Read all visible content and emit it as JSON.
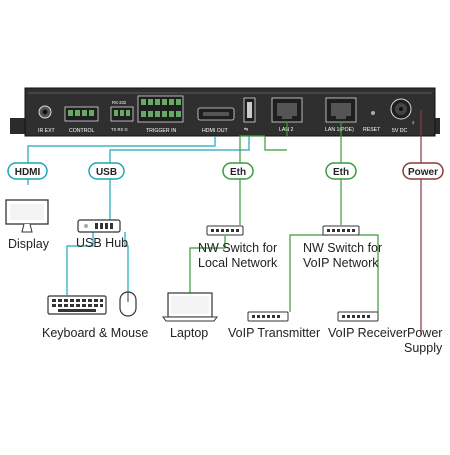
{
  "device": {
    "ports": {
      "ir_ext": "IR EXT",
      "control": "CONTROL",
      "rs232": "RS-232",
      "rs232_pins": "TX RX G",
      "trigger_in": "TRIGGER IN",
      "hdmi_out": "HDMI OUT",
      "usb_symbol": "⇋",
      "lan2": "LAN 2",
      "lan1": "LAN 1(POE)",
      "reset": "RESET",
      "dc": "5V DC"
    }
  },
  "badges": {
    "hdmi": "HDMI",
    "usb": "USB",
    "eth_left": "Eth",
    "eth_right": "Eth",
    "power": "Power"
  },
  "labels": {
    "display": "Display",
    "usb_hub": "USB Hub",
    "keyboard_mouse": "Keyboard & Mouse",
    "nw_switch_local_1": "NW Switch for",
    "nw_switch_local_2": "Local Network",
    "nw_switch_voip_1": "NW Switch for",
    "nw_switch_voip_2": "VoIP Network",
    "laptop": "Laptop",
    "voip_transmitter": "VoIP Transmitter",
    "voip_receiver": "VoIP Receiver",
    "power_supply_1": "Power",
    "power_supply_2": "Supply"
  },
  "colors": {
    "hdmi_cyan": "#1aa6b7",
    "eth_green": "#3a9a3a",
    "power_red": "#8a3a3a",
    "device_dark": "#2b2b2b"
  }
}
